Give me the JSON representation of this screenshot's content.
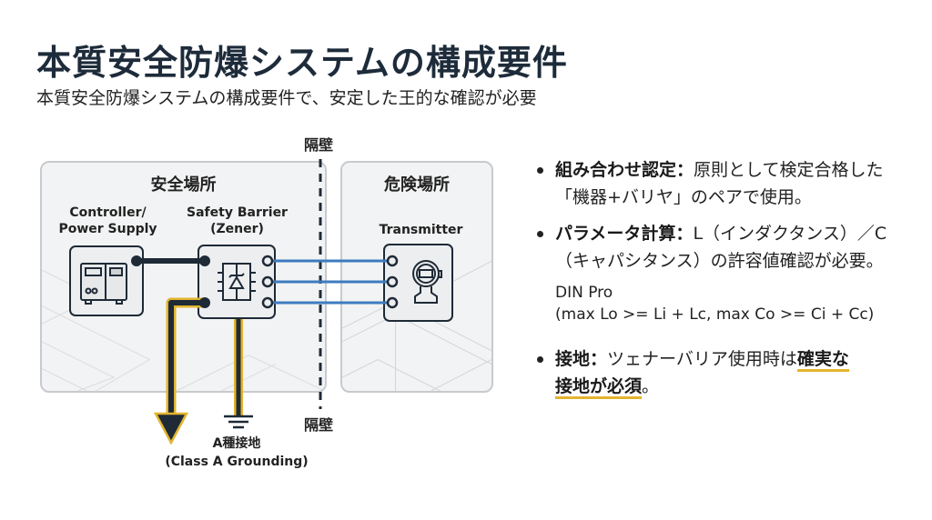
{
  "header": {
    "title": "本質安全防爆システムの構成要件",
    "subtitle": "本質安全防爆システムの構成要件で、安定した王的な確認が必要"
  },
  "diagram": {
    "safe_zone": {
      "title": "安全場所",
      "controller_label_1": "Controller/",
      "controller_label_2": "Power Supply",
      "barrier_label_1": "Safety Barrier",
      "barrier_label_2": "(Zener)"
    },
    "hazard_zone": {
      "title": "危険場所",
      "transmitter_label": "Transmitter"
    },
    "wall_label_top": "隔壁",
    "wall_label_bottom": "隔壁",
    "ground_label_1": "A種接地",
    "ground_label_2": "(Class A Grounding)",
    "colors": {
      "signal_wire": "#3d7bbf",
      "power_wire": "#1e2a36",
      "ground_highlight": "#e2b42f"
    }
  },
  "bullets": [
    {
      "term": "組み合わせ認定：",
      "text": "原則として検定合格した「機器+バリヤ」のペアで使用。"
    },
    {
      "term": "パラメータ計算：",
      "text": "L（インダクタンス）／C（キャパシタンス）の許容値確認が必要。"
    },
    {
      "note_1": "DIN Pro",
      "note_2": "(max Lo >= Li + Lc, max Co >= Ci + Cc)"
    },
    {
      "term": "接地：",
      "text_plain": "ツェナーバリア使用時は",
      "text_highlight_1": "確実な",
      "text_highlight_2": "接地が必須",
      "text_end": "。"
    }
  ]
}
